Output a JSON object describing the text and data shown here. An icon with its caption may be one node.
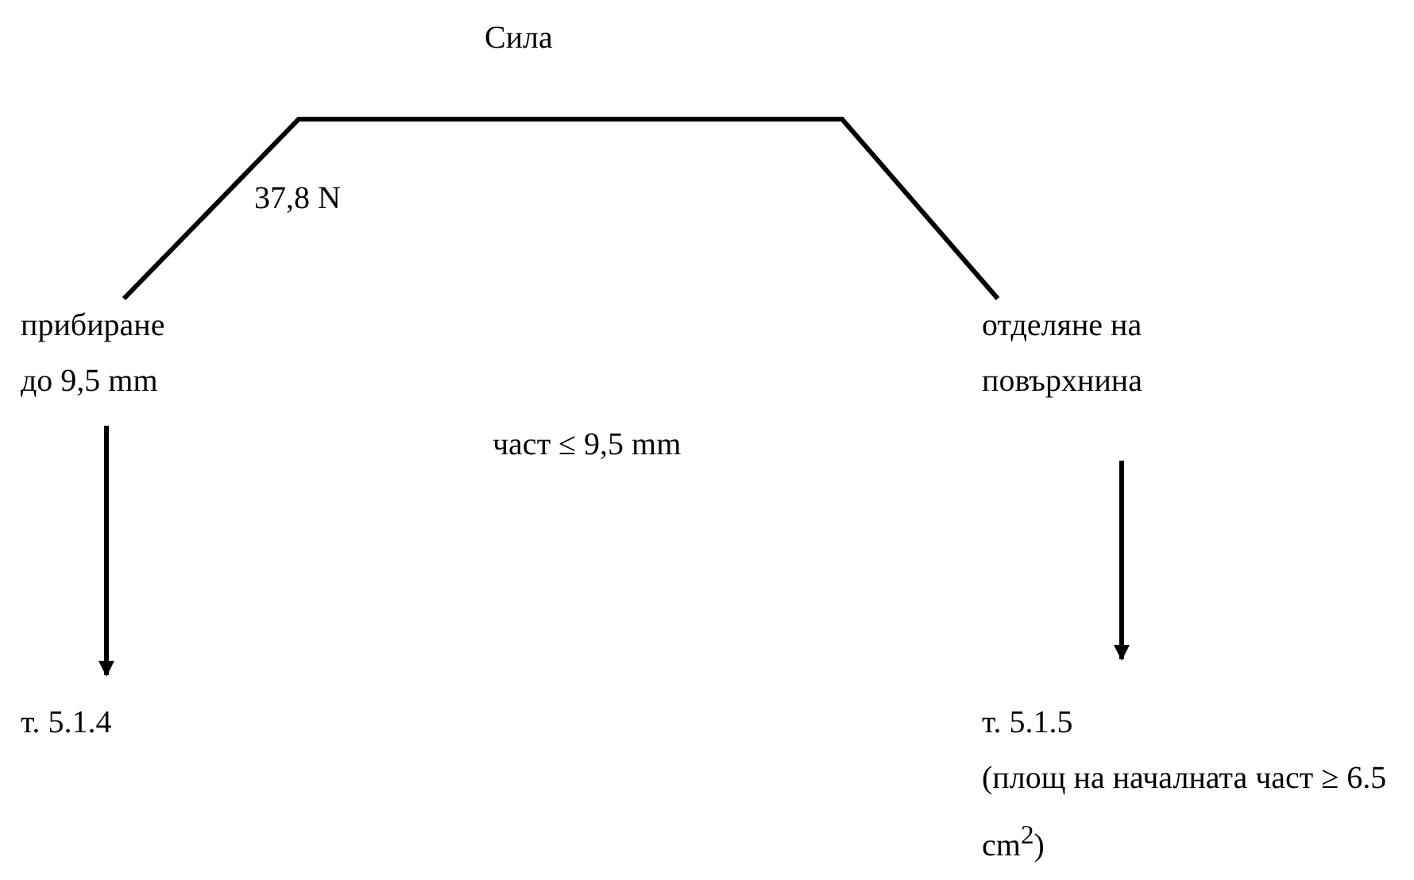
{
  "diagram": {
    "nodes": [
      {
        "text": [
          "прибиране до 9,5 mm"
        ]
      },
      {
        "text": [
          "отделяне на повърхнина"
        ]
      },
      {
        "text": [
          "т. 5.1.4"
        ]
      },
      {
        "text": [
          "т. 5.1.5",
          "(площ на началната част ≥ 6.5 cm$^{2}$)"
        ]
      }
    ],
    "edges": [
      {
        "from": 0,
        "to": 1,
        "arrow": "none"
      },
      {
        "from": 0,
        "to": 2,
        "arrow": "to"
      },
      {
        "from": 1,
        "to": 3,
        "arrow": "to"
      }
    ],
    "labels": [
      "Сила",
      "37,8 N",
      "част ≤ 9,5 mm"
    ]
  }
}
